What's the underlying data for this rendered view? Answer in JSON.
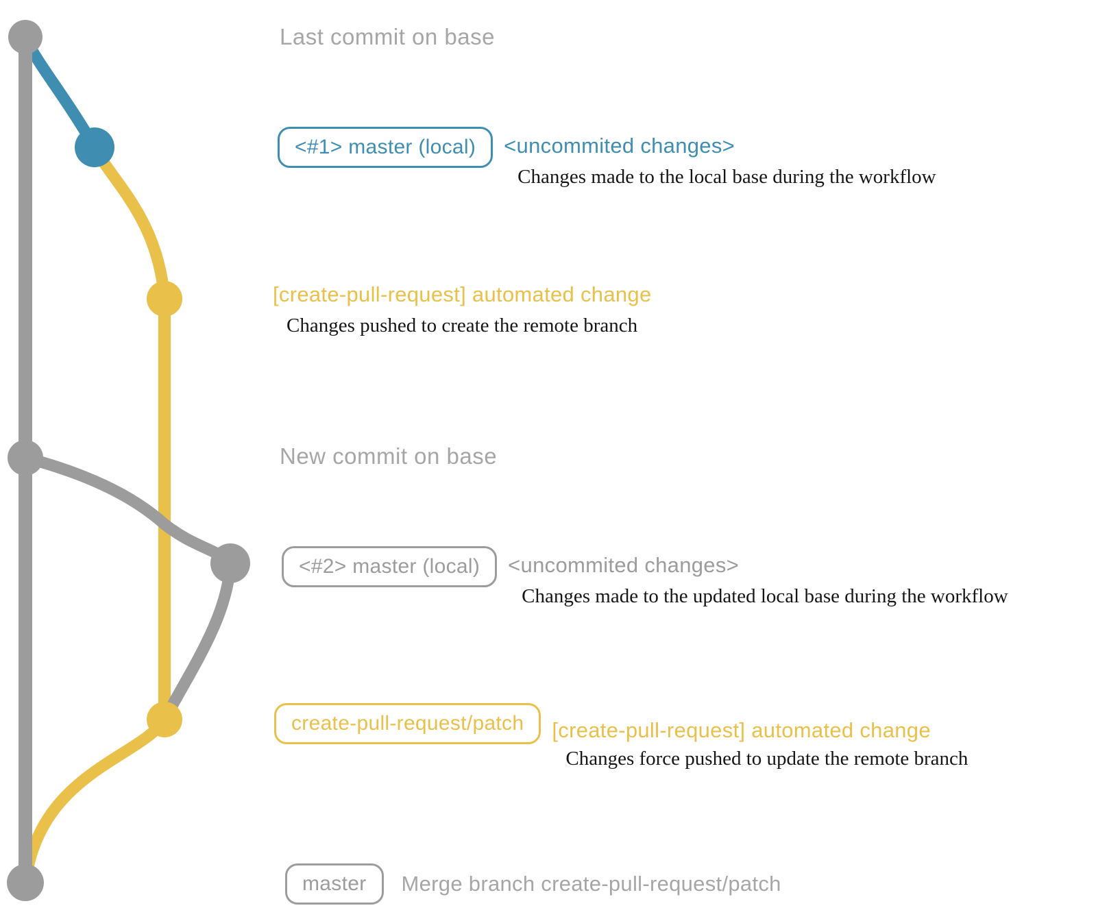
{
  "diagram": "git branch workflow (create-pull-request action)",
  "colors": {
    "blue": "#3f8eb2",
    "yellow": "#e9c04a",
    "gray": "#9c9c9c",
    "gray_text": "#a6a6a6",
    "caption": "#161616"
  },
  "rows": [
    {
      "heading": "Last commit on base"
    },
    {
      "badge": "<#1> master (local)",
      "label": "<uncommited changes>",
      "caption": "Changes made to the local base during the workflow"
    },
    {
      "label": "[create-pull-request] automated change",
      "caption": "Changes pushed to create the remote branch"
    },
    {
      "heading": "New commit on base"
    },
    {
      "badge": "<#2> master (local)",
      "label": "<uncommited changes>",
      "caption": "Changes made to the updated local base during the workflow"
    },
    {
      "badge": "create-pull-request/patch",
      "label": "[create-pull-request] automated change",
      "caption": "Changes force pushed to update the remote branch"
    },
    {
      "badge": "master",
      "label": "Merge branch create-pull-request/patch"
    }
  ]
}
